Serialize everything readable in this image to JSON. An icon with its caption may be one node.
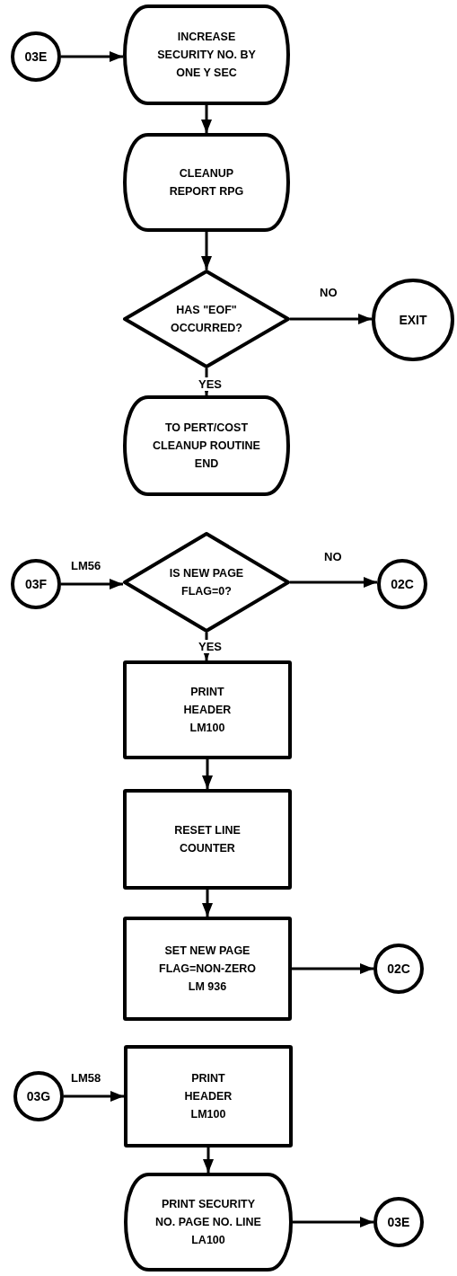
{
  "diagram": {
    "nodes": [
      {
        "text": [
          "03E"
        ]
      },
      {
        "text": [
          "INCREASE SECURITY NO. BY ONE Y SEC"
        ]
      },
      {
        "text": [
          "CLEANUP REPORT RPG"
        ]
      },
      {
        "text": [
          "HAS \"EOF\" OCCURRED?"
        ]
      },
      {
        "text": [
          "EXIT"
        ]
      },
      {
        "text": [
          "TO PERT/COST CLEANUP ROUTINE END"
        ]
      },
      {
        "text": [
          "03F"
        ]
      },
      {
        "text": [
          "IS NEW PAGE FLAG=0?"
        ]
      },
      {
        "text": [
          "02C"
        ]
      },
      {
        "text": [
          "PRINT HEADER LM100"
        ]
      },
      {
        "text": [
          "RESET LINE COUNTER"
        ]
      },
      {
        "text": [
          "SET NEW PAGE FLAG=NON-ZERO LM 936"
        ]
      },
      {
        "text": [
          "02C"
        ]
      },
      {
        "text": [
          "03G"
        ]
      },
      {
        "text": [
          "PRINT HEADER LM100"
        ]
      },
      {
        "text": [
          "PRINT SECURITY NO. PAGE NO. LINE LA100"
        ]
      },
      {
        "text": [
          "03E"
        ]
      }
    ],
    "edges": [
      {
        "from": 0,
        "to": 1,
        "arrow": "to"
      },
      {
        "from": 1,
        "to": 2,
        "arrow": "to"
      },
      {
        "from": 2,
        "to": 3,
        "arrow": "to"
      },
      {
        "from": 3,
        "to": 4,
        "arrow": "to",
        "label": "NO"
      },
      {
        "from": 3,
        "to": 5,
        "arrow": "to",
        "label": "YES"
      },
      {
        "from": 6,
        "to": 7,
        "arrow": "to",
        "label": "LM56"
      },
      {
        "from": 7,
        "to": 8,
        "arrow": "to",
        "label": "NO"
      },
      {
        "from": 7,
        "to": 9,
        "arrow": "to",
        "label": "YES"
      },
      {
        "from": 9,
        "to": 10,
        "arrow": "to"
      },
      {
        "from": 10,
        "to": 11,
        "arrow": "to"
      },
      {
        "from": 11,
        "to": 12,
        "arrow": "to"
      },
      {
        "from": 13,
        "to": 14,
        "arrow": "to",
        "label": "LM58"
      },
      {
        "from": 14,
        "to": 15,
        "arrow": "to"
      },
      {
        "from": 15,
        "to": 16,
        "arrow": "to"
      }
    ]
  }
}
